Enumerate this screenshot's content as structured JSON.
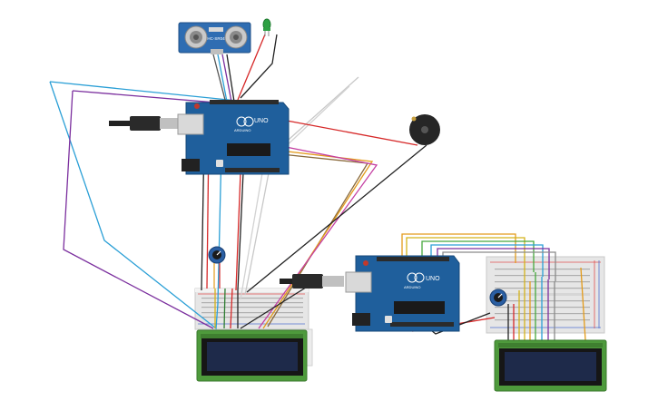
{
  "app": {
    "view": "circuit-schematic-canvas"
  },
  "components": {
    "sensor": {
      "name": "ultrasonic-distance-sensor",
      "label": "HC-SR04"
    },
    "led": {
      "name": "led",
      "color": "#2ea043"
    },
    "buzzer": {
      "name": "piezo-buzzer"
    },
    "board_a": {
      "name": "arduino-uno",
      "label": "UNO",
      "brand": "ARDUINO"
    },
    "board_b": {
      "name": "arduino-uno",
      "label": "UNO",
      "brand": "ARDUINO"
    },
    "lcd_a": {
      "name": "lcd-16x2"
    },
    "lcd_b": {
      "name": "lcd-16x2"
    },
    "pot_a": {
      "name": "potentiometer"
    },
    "pot_b": {
      "name": "potentiometer"
    }
  },
  "colors": {
    "board": "#1f5f9c",
    "board_dark": "#174a7a",
    "breadboard": "#e8e8e8",
    "lcd_frame": "#4e9a3c",
    "lcd_screen": "#1e2a4a",
    "wire_red": "#d62828",
    "wire_black": "#222222",
    "wire_cyan": "#2a9fd6",
    "wire_purple": "#7b2f9e",
    "wire_gray": "#bcbcbc",
    "wire_brown": "#8a6a3b",
    "wire_orange": "#e39b1b",
    "wire_yellow": "#d4b21a",
    "wire_green": "#46a83c",
    "wire_blue": "#3070c9"
  }
}
